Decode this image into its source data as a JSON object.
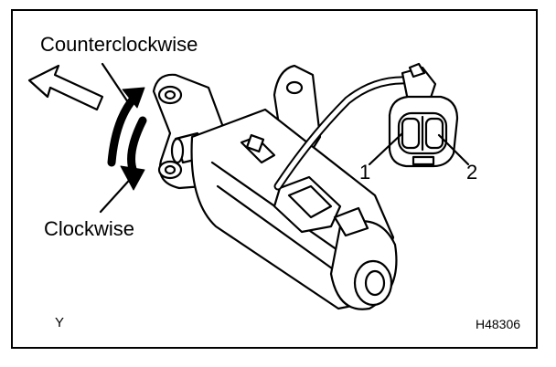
{
  "labels": {
    "counterclockwise": "Counterclockwise",
    "clockwise": "Clockwise",
    "terminal_1": "1",
    "terminal_2": "2",
    "corner_mark": "Y",
    "figure_id": "H48306"
  },
  "colors": {
    "line": "#000000",
    "background": "#ffffff"
  }
}
